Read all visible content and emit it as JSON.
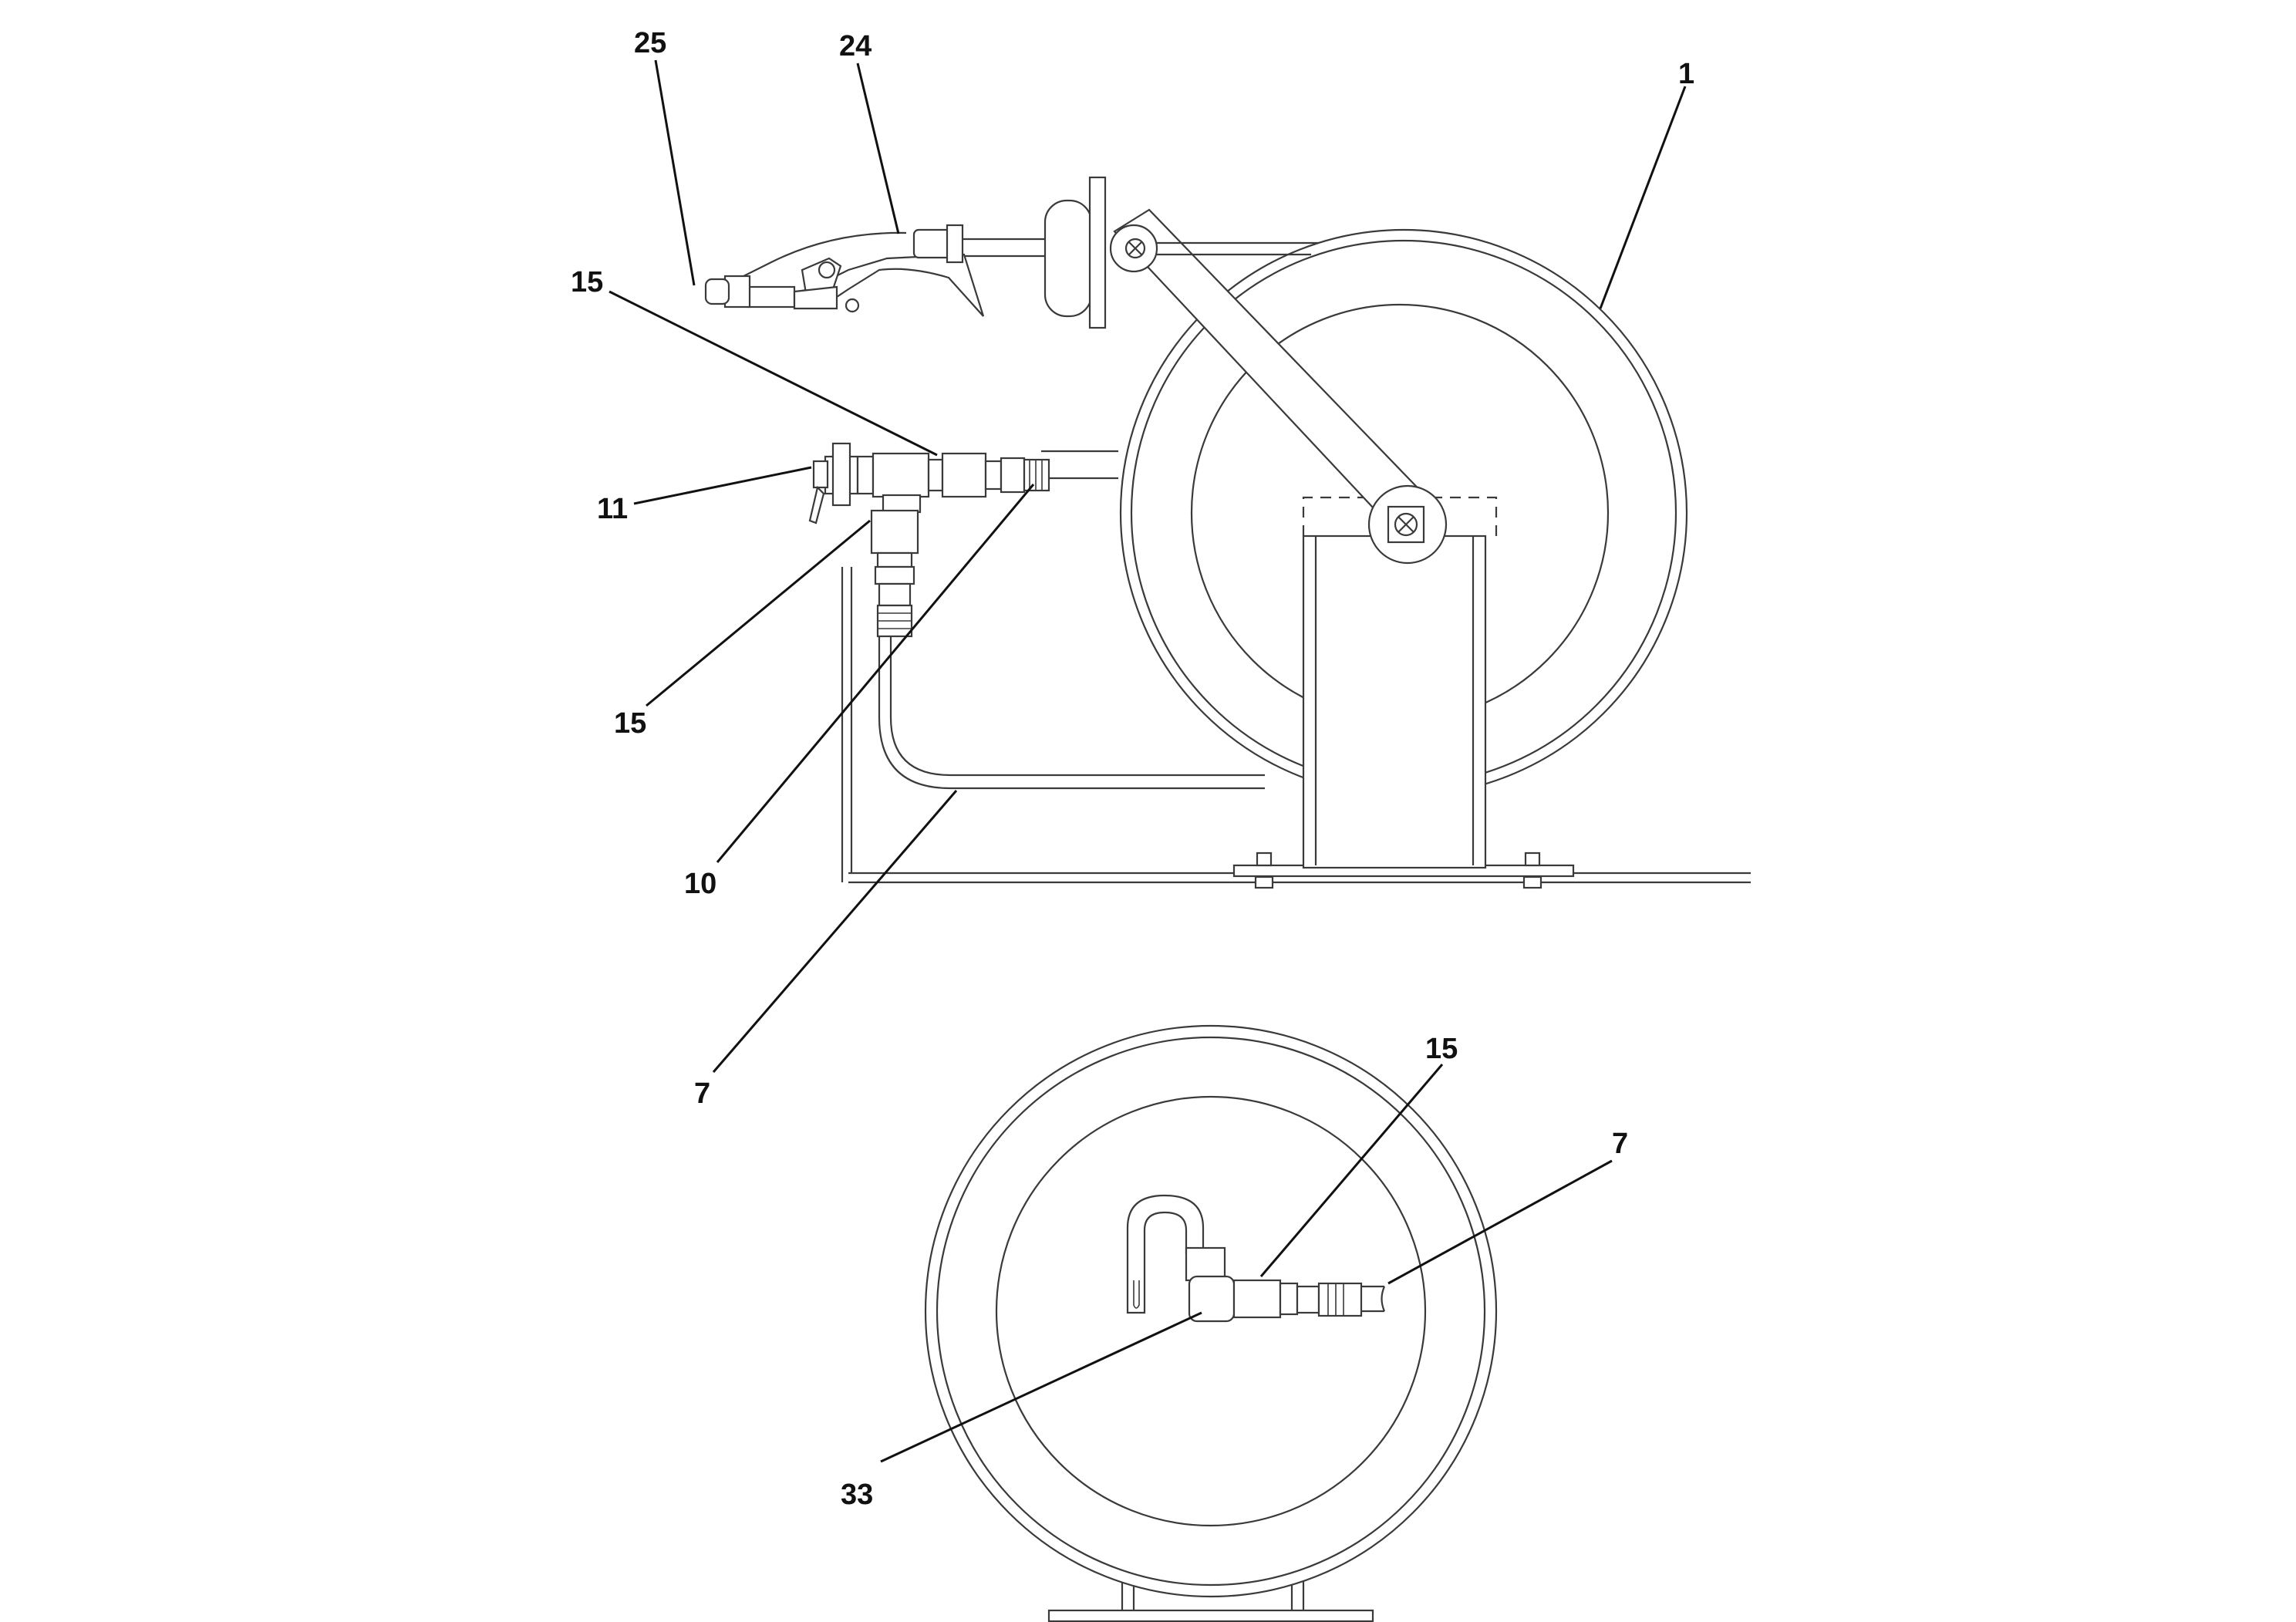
{
  "callouts": {
    "c25": "25",
    "c24": "24",
    "c1": "1",
    "c15_top": "15",
    "c11": "11",
    "c15_mid": "15",
    "c10": "10",
    "c7_side": "7",
    "c15_front": "15",
    "c7_front": "7",
    "c33": "33"
  },
  "colors": {
    "line": "#3a3a3a",
    "leader": "#111111",
    "background": "#ffffff"
  }
}
